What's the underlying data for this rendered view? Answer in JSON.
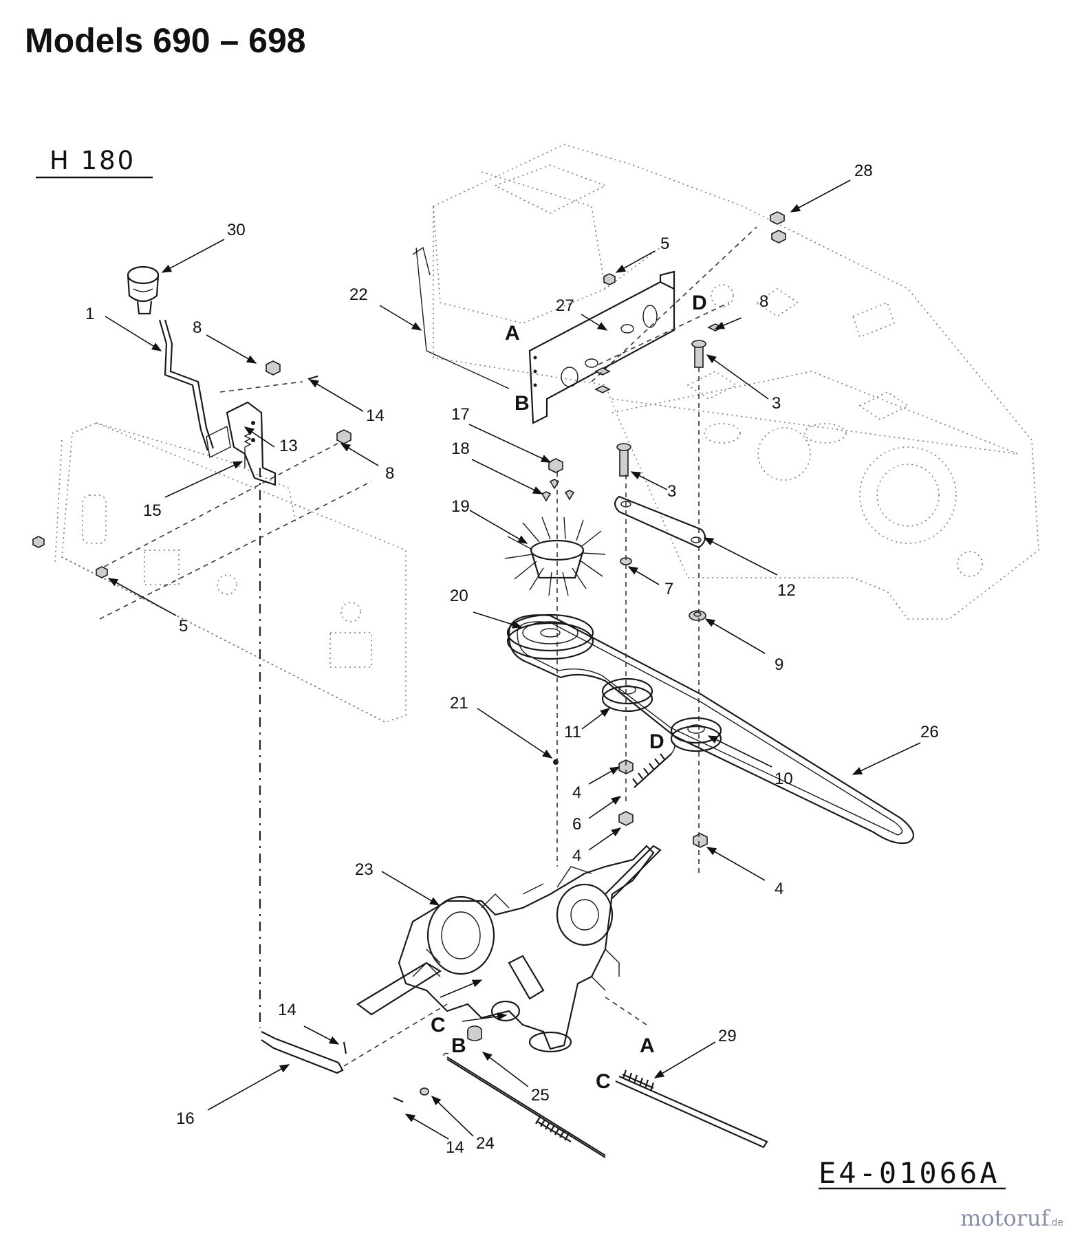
{
  "title": "Models 690 – 698",
  "subtitle": "H 180",
  "drawing_code": "E4-01066A",
  "watermark": {
    "brand": "motoruf",
    "suffix": ".de"
  },
  "callouts": {
    "c1": "1",
    "c3a": "3",
    "c3b": "3",
    "c4a": "4",
    "c4b": "4",
    "c4c": "4",
    "c5a": "5",
    "c5b": "5",
    "c6": "6",
    "c7": "7",
    "c8a": "8",
    "c8b": "8",
    "c8c": "8",
    "c9": "9",
    "c10": "10",
    "c11": "11",
    "c12": "12",
    "c13": "13",
    "c14a": "14",
    "c14b": "14",
    "c14c": "14",
    "c15": "15",
    "c16": "16",
    "c17": "17",
    "c18": "18",
    "c19": "19",
    "c20": "20",
    "c21": "21",
    "c22": "22",
    "c23": "23",
    "c24": "24",
    "c25": "25",
    "c26": "26",
    "c27": "27",
    "c28": "28",
    "c29": "29",
    "c30": "30"
  },
  "letters": {
    "A1": "A",
    "A2": "A",
    "B1": "B",
    "B2": "B",
    "C1": "C",
    "C2": "C",
    "D1": "D",
    "D2": "D"
  }
}
